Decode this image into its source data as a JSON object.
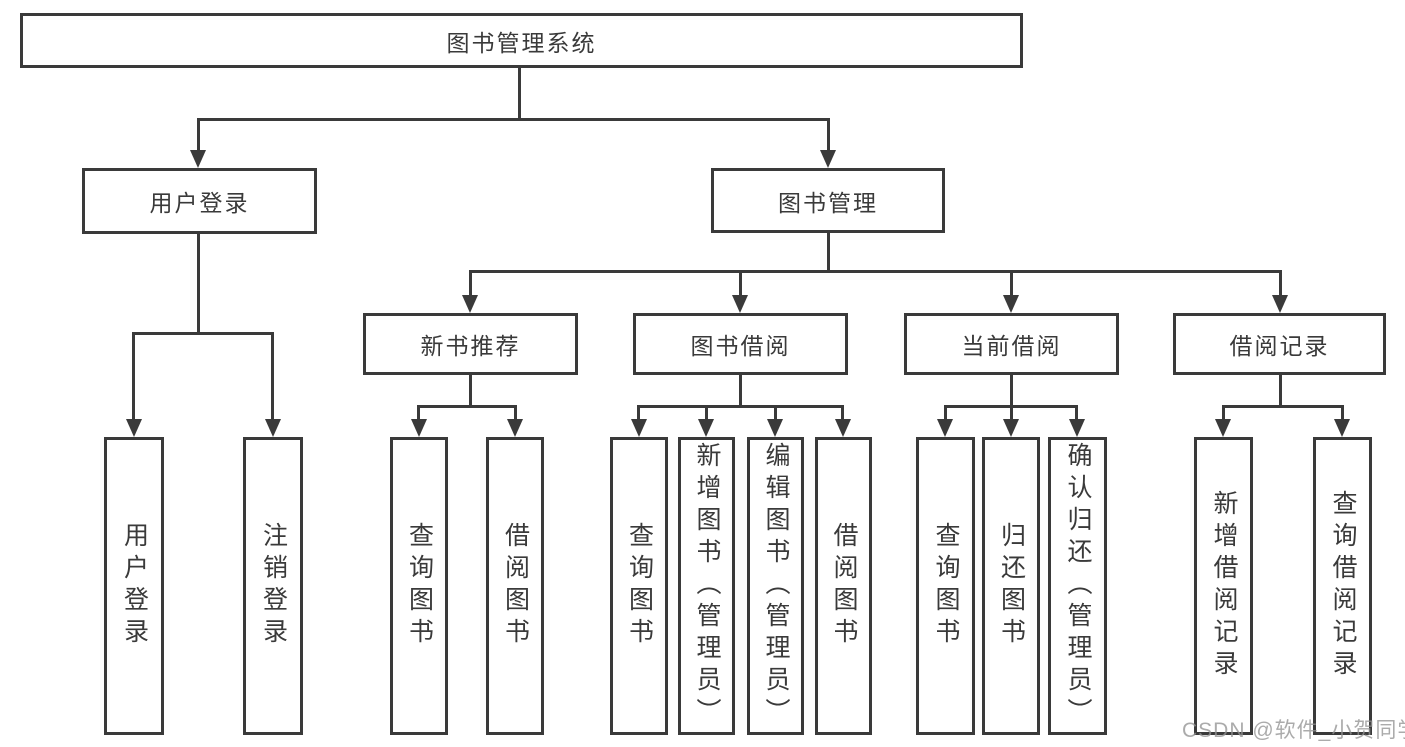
{
  "diagram": {
    "title": "图书管理系统",
    "branches": {
      "user_login": {
        "label": "用户登录",
        "children": {
          "login": "用户登录",
          "logout": "注销登录"
        }
      },
      "book_management": {
        "label": "图书管理",
        "sections": {
          "new_book_rec": {
            "label": "新书推荐",
            "children": {
              "query_books": "查询图书",
              "borrow_books": "借阅图书"
            }
          },
          "book_borrowing": {
            "label": "图书借阅",
            "children": {
              "query_books": "查询图书",
              "add_books": "新增图书（管理员）",
              "edit_books": "编辑图书（管理员）",
              "borrow_books": "借阅图书"
            }
          },
          "current_borrowing": {
            "label": "当前借阅",
            "children": {
              "query_books": "查询图书",
              "return_books": "归还图书",
              "confirm_return": "确认归还（管理员）"
            }
          },
          "borrowing_records": {
            "label": "借阅记录",
            "children": {
              "add_record": "新增借阅记录",
              "query_record": "查询借阅记录"
            }
          }
        }
      }
    }
  },
  "watermark": "CSDN @软件_小贺同学",
  "colors": {
    "line": "#3a3a3a",
    "text": "#3a3a3a",
    "background": "#ffffff",
    "watermark": "#949494"
  }
}
